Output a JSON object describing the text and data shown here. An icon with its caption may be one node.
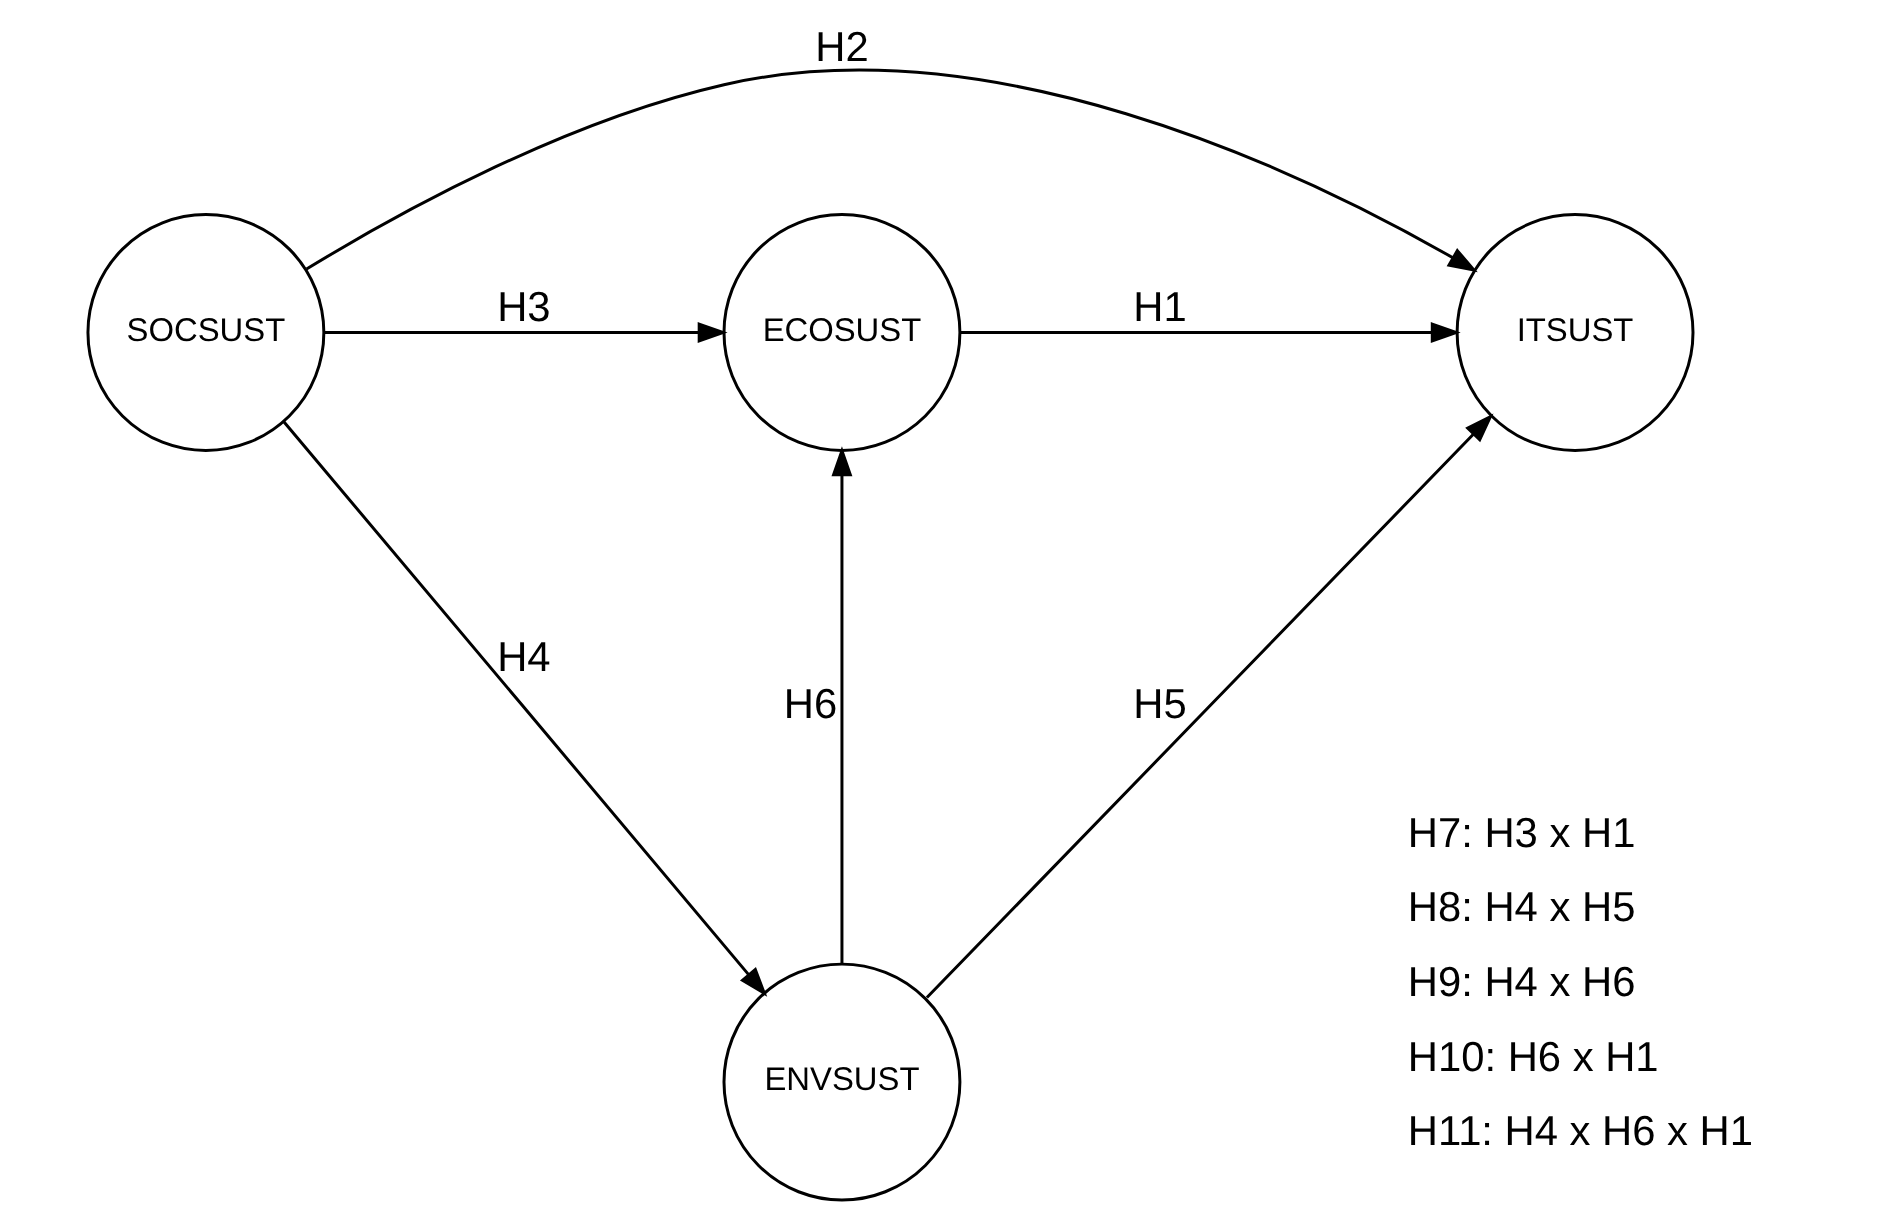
{
  "diagram": {
    "nodes": [
      {
        "text": [
          "SOCSUST"
        ]
      },
      {
        "text": [
          "ITSUST"
        ]
      },
      {
        "text": [
          "ECOSUST"
        ]
      },
      {
        "text": [
          "ENVSUST"
        ]
      }
    ],
    "edges": [
      {
        "from": 0,
        "to": 1,
        "arrow": "to",
        "label": "H2"
      },
      {
        "from": 0,
        "to": 2,
        "arrow": "to",
        "label": "H3"
      },
      {
        "from": 2,
        "to": 1,
        "arrow": "to",
        "label": "H1"
      },
      {
        "from": 0,
        "to": 3,
        "arrow": "to",
        "label": "H4"
      },
      {
        "from": 3,
        "to": 1,
        "arrow": "to",
        "label": "H5"
      },
      {
        "from": 3,
        "to": 2,
        "arrow": "to",
        "label": "H6"
      }
    ],
    "labels": [
      "H7: H3 x H1",
      "H8: H4 x H5",
      "H9: H4 x H6",
      "H10: H6 x H1",
      "H11: H4 x H6 x H1"
    ]
  }
}
